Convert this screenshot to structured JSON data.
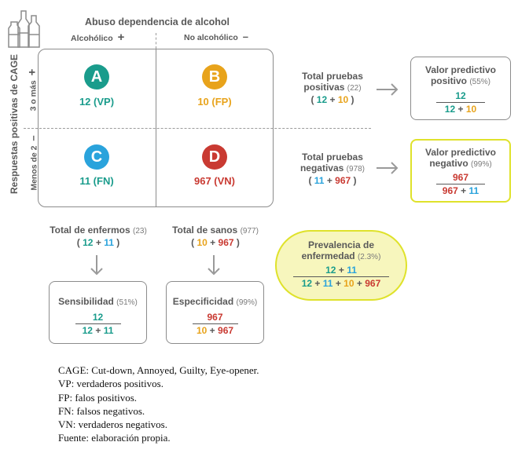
{
  "header": {
    "title": "Abuso dependencia de alcohol",
    "col_pos_label": "Alcohólico",
    "col_pos_sign": "+",
    "col_neg_label": "No alcohólico",
    "col_neg_sign": "–"
  },
  "side": {
    "title": "Respuestas positivas de CAGE",
    "row_pos_label": "3 o más",
    "row_pos_sign": "+",
    "row_neg_label": "Menos de 2",
    "row_neg_sign": "–"
  },
  "cells": {
    "a": {
      "letter": "A",
      "value": "12 (VP)",
      "color": "#1a9c8c"
    },
    "b": {
      "letter": "B",
      "value": "10 (FP)",
      "color": "#e8a31b"
    },
    "c": {
      "letter": "C",
      "value": "11 (FN)",
      "color": "#2aa3dc"
    },
    "d": {
      "letter": "D",
      "value": "967 (VN)",
      "color": "#c93a32"
    }
  },
  "totals": {
    "pos_label_1": "Total pruebas",
    "pos_label_2": "positivas",
    "pos_count": "(22)",
    "neg_label_1": "Total pruebas",
    "neg_label_2": "negativas",
    "neg_count": "(978)",
    "sick_label": "Total de enfermos",
    "sick_count": "(23)",
    "healthy_label": "Total de sanos",
    "healthy_count": "(977)"
  },
  "nums": {
    "a": "12",
    "b": "10",
    "c": "11",
    "d": "967",
    "plus": "+",
    "open": "(",
    "close": ")"
  },
  "boxes": {
    "vpp_label_1": "Valor predictivo",
    "vpp_label_2": "positivo",
    "vpp_pct": "(55%)",
    "vpn_label_1": "Valor predictivo",
    "vpn_label_2": "negativo",
    "vpn_pct": "(99%)",
    "sens_label": "Sensibilidad",
    "sens_pct": "(51%)",
    "spec_label": "Especificidad",
    "spec_pct": "(99%)",
    "prev_label_1": "Prevalencia de",
    "prev_label_2": "enfermedad",
    "prev_pct": "(2.3%)"
  },
  "legend": [
    "CAGE: Cut-down, Annoyed, Guilty, Eye-opener.",
    "VP: verdaderos positivos.",
    "FP: falos positivos.",
    "FN: falsos negativos.",
    "VN: verdaderos negativos.",
    "Fuente: elaboración propia."
  ],
  "colors": {
    "teal": "#1a9c8c",
    "orange": "#e8a31b",
    "blue": "#2aa3dc",
    "red": "#c93a32",
    "highlight": "#dfe22b"
  },
  "icons": [
    "bottles-icon"
  ]
}
